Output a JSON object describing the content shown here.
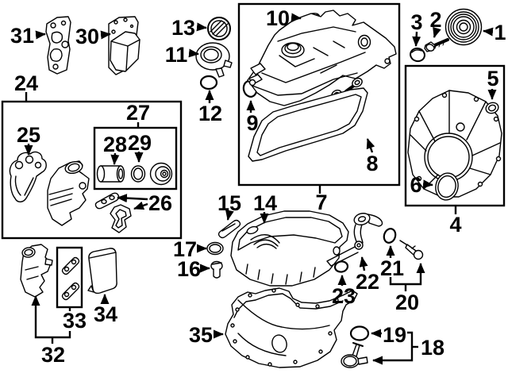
{
  "diagram": {
    "kind": "engine-exploded-parts-diagram",
    "background_color": "#ffffff",
    "line_color": "#000000",
    "callouts": {
      "c1": "1",
      "c2": "2",
      "c3": "3",
      "c4": "4",
      "c5": "5",
      "c6": "6",
      "c7": "7",
      "c8": "8",
      "c9": "9",
      "c10": "10",
      "c11": "11",
      "c12": "12",
      "c13": "13",
      "c14": "14",
      "c15": "15",
      "c16": "16",
      "c17": "17",
      "c18": "18",
      "c19": "19",
      "c20": "20",
      "c21": "21",
      "c22": "22",
      "c23": "23",
      "c24": "24",
      "c25": "25",
      "c26": "26",
      "c27": "27",
      "c28": "28",
      "c29": "29",
      "c30": "30",
      "c31": "31",
      "c32": "32",
      "c33": "33",
      "c34": "34",
      "c35": "35"
    }
  }
}
